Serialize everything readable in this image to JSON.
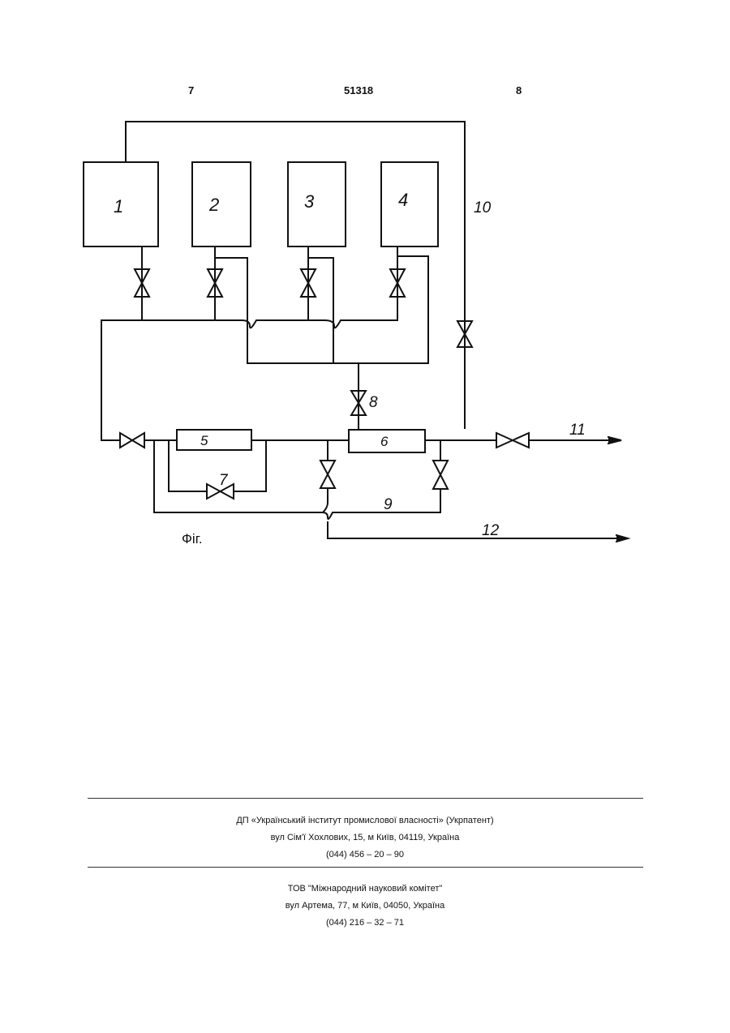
{
  "header": {
    "col_left": "7",
    "patent_number": "51318",
    "col_right": "8"
  },
  "diagram": {
    "unit_labels": {
      "u1": "1",
      "u2": "2",
      "u3": "3",
      "u4": "4",
      "u5": "5",
      "u6": "6"
    },
    "ref_labels": {
      "r7": "7",
      "r8": "8",
      "r9": "9",
      "r10": "10",
      "r11": "11",
      "r12": "12"
    },
    "caption": "Фіг."
  },
  "footer": {
    "block1": {
      "line1": "ДП «Український інститут промислової власності» (Укрпатент)",
      "line2": "вул  Сім'ї Хохлових, 15, м  Київ, 04119, Україна",
      "line3": "(044) 456 – 20 –  90"
    },
    "block2": {
      "line1": "ТОВ \"Міжнародний науковий комітет\"",
      "line2": "вул  Артема, 77, м  Київ, 04050, Україна",
      "line3": "(044) 216 – 32 – 71"
    }
  }
}
